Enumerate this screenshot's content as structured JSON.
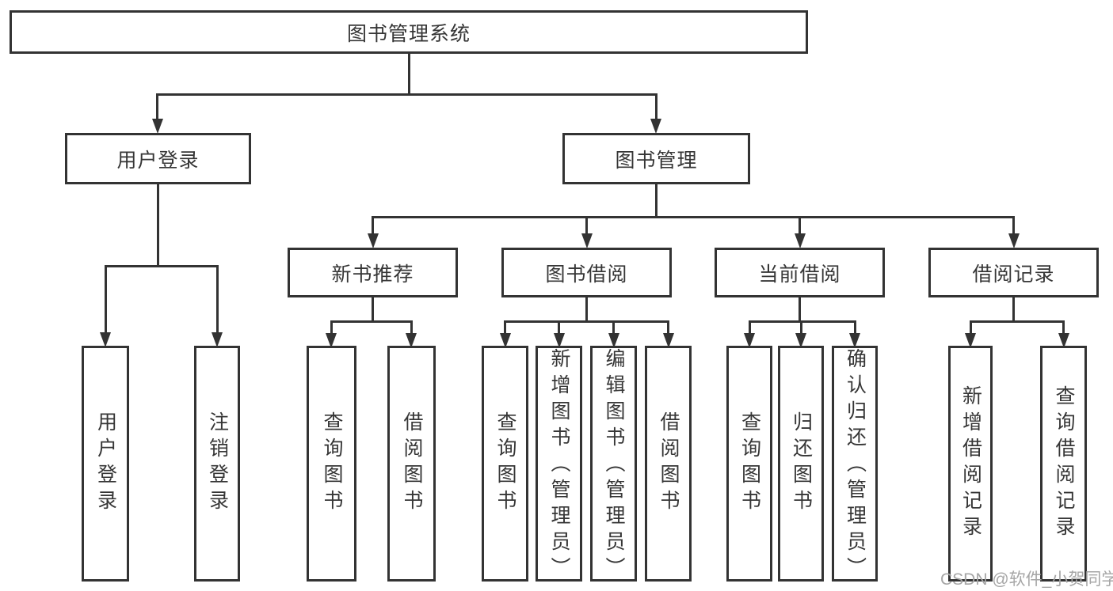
{
  "diagram": {
    "title": "图书管理系统",
    "branches": [
      {
        "label": "用户登录",
        "children": [
          "用户登录",
          "注销登录"
        ]
      },
      {
        "label": "图书管理",
        "sections": [
          {
            "label": "新书推荐",
            "children": [
              "查询图书",
              "借阅图书"
            ]
          },
          {
            "label": "图书借阅",
            "children": [
              "查询图书",
              "新增图书（管理员）",
              "编辑图书（管理员）",
              "借阅图书"
            ]
          },
          {
            "label": "当前借阅",
            "children": [
              "查询图书",
              "归还图书",
              "确认归还（管理员）"
            ]
          },
          {
            "label": "借阅记录",
            "children": [
              "新增借阅记录",
              "查询借阅记录"
            ]
          }
        ]
      }
    ],
    "watermark": "CSDN @软件_小贺同学",
    "colors": {
      "line": "#333333",
      "text": "#363636",
      "watermark": "#a6a6a6",
      "bg": "#ffffff"
    }
  }
}
